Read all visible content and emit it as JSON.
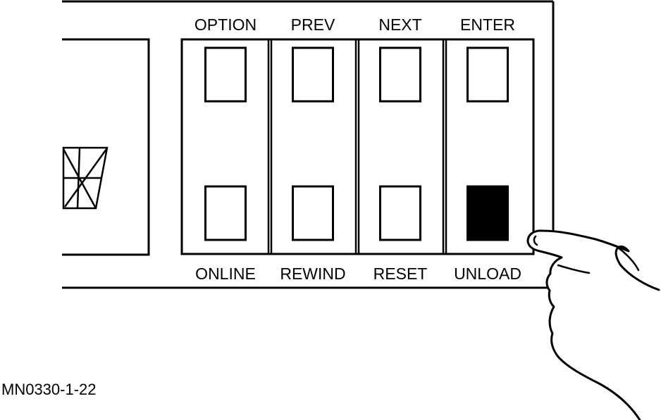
{
  "panel": {
    "buttons": [
      {
        "id": "option",
        "top_label": "OPTION",
        "bottom_label": "ONLINE",
        "pressed": false
      },
      {
        "id": "prev",
        "top_label": "PREV",
        "bottom_label": "REWIND",
        "pressed": false
      },
      {
        "id": "next",
        "top_label": "NEXT",
        "bottom_label": "RESET",
        "pressed": false
      },
      {
        "id": "enter",
        "top_label": "ENTER",
        "bottom_label": "UNLOAD",
        "pressed": true
      }
    ]
  },
  "figure_id": "MN0330-1-22",
  "colors": {
    "line": "#000000",
    "background": "#ffffff",
    "pressed_fill": "#000000"
  }
}
